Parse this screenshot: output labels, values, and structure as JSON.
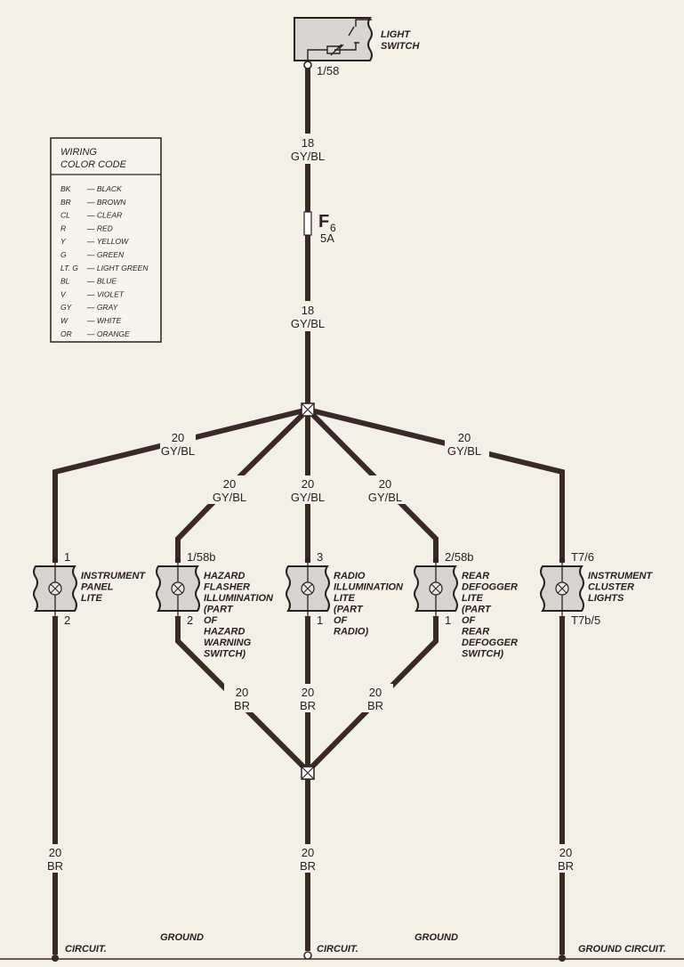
{
  "light_switch": {
    "label_1": "LIGHT",
    "label_2": "SWITCH",
    "pin": "1/58"
  },
  "main_wire": {
    "gauge_top": "18",
    "color_top": "GY/BL",
    "fuse_name": "F",
    "fuse_sub": "6",
    "fuse_rating": "5A",
    "gauge_bottom": "18",
    "color_bottom": "GY/BL"
  },
  "legend": {
    "title_1": "WIRING",
    "title_2": "COLOR CODE",
    "entries": [
      {
        "code": "BK",
        "name": "— BLACK"
      },
      {
        "code": "BR",
        "name": "— BROWN"
      },
      {
        "code": "CL",
        "name": "— CLEAR"
      },
      {
        "code": "R",
        "name": "— RED"
      },
      {
        "code": "Y",
        "name": "— YELLOW"
      },
      {
        "code": "G",
        "name": "— GREEN"
      },
      {
        "code": "LT. G",
        "name": "— LIGHT GREEN"
      },
      {
        "code": "BL",
        "name": "— BLUE"
      },
      {
        "code": "V",
        "name": "— VIOLET"
      },
      {
        "code": "GY",
        "name": "— GRAY"
      },
      {
        "code": "W",
        "name": "— WHITE"
      },
      {
        "code": "OR",
        "name": "— ORANGE"
      }
    ]
  },
  "branch_wires": {
    "outer_left": {
      "gauge": "20",
      "color": "GY/BL"
    },
    "outer_right": {
      "gauge": "20",
      "color": "GY/BL"
    },
    "inner_left": {
      "gauge": "20",
      "color": "GY/BL"
    },
    "center": {
      "gauge": "20",
      "color": "GY/BL"
    },
    "inner_right": {
      "gauge": "20",
      "color": "GY/BL"
    }
  },
  "components": [
    {
      "pin_in": "1",
      "pin_out": "2",
      "lines": [
        "INSTRUMENT",
        "PANEL",
        "LITE"
      ]
    },
    {
      "pin_in": "1/58b",
      "pin_out": "2",
      "lines": [
        "HAZARD",
        "FLASHER",
        "ILLUMINATION",
        "(PART",
        "OF",
        "HAZARD",
        "WARNING",
        "SWITCH)"
      ]
    },
    {
      "pin_in": "3",
      "pin_out": "1",
      "lines": [
        "RADIO",
        "ILLUMINATION",
        "LITE",
        "(PART",
        "OF",
        "RADIO)"
      ]
    },
    {
      "pin_in": "2/58b",
      "pin_out": "1",
      "lines": [
        "REAR",
        "DEFOGGER",
        "LITE",
        "(PART",
        "OF",
        "REAR",
        "DEFOGGER",
        "SWITCH)"
      ]
    },
    {
      "pin_in": "T7/6",
      "pin_out": "T7b/5",
      "lines": [
        "INSTRUMENT",
        "CLUSTER",
        "LIGHTS"
      ]
    }
  ],
  "ground_wires": {
    "diag_left": {
      "gauge": "20",
      "color": "BR"
    },
    "center_upper": {
      "gauge": "20",
      "color": "BR"
    },
    "diag_right": {
      "gauge": "20",
      "color": "BR"
    },
    "left": {
      "gauge": "20",
      "color": "BR"
    },
    "center_lower": {
      "gauge": "20",
      "color": "BR"
    },
    "right": {
      "gauge": "20",
      "color": "BR"
    }
  },
  "ground_labels": {
    "circuit_1": "CIRCUIT.",
    "ground_1": "GROUND",
    "circuit_2": "CIRCUIT.",
    "ground_2": "GROUND",
    "ground_circuit": "GROUND CIRCUIT."
  }
}
